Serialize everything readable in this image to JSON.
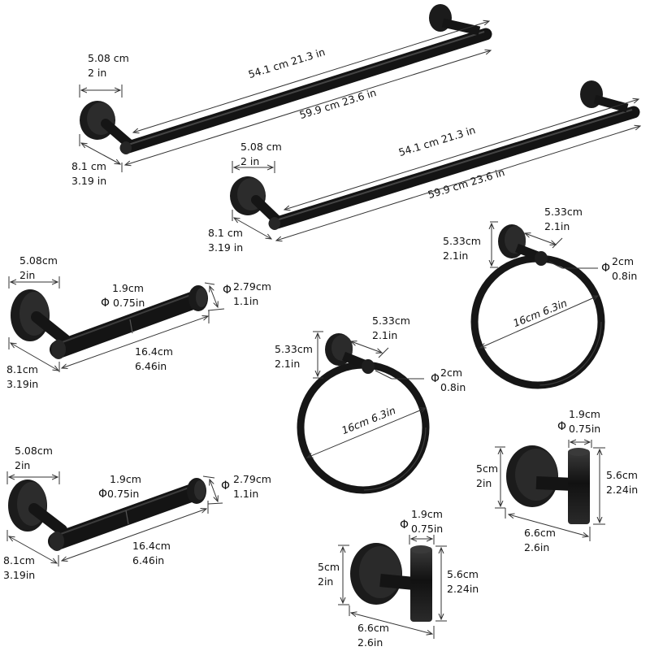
{
  "colors": {
    "metal": "#1a1a1a",
    "highlight": "#4a4a4a",
    "dim_line": "#333333",
    "background": "#ffffff"
  },
  "towel_bar_1": {
    "base_width": [
      "5.08 cm",
      "2 in"
    ],
    "inner_length": "54.1 cm 21.3 in",
    "total_length": "59.9 cm 23.6 in",
    "projection": [
      "8.1 cm",
      "3.19 in"
    ]
  },
  "towel_bar_2": {
    "base_width": [
      "5.08 cm",
      "2 in"
    ],
    "inner_length": "54.1 cm 21.3 in",
    "total_length": "59.9 cm 23.6 in",
    "projection": [
      "8.1 cm",
      "3.19 in"
    ]
  },
  "paper_holder_1": {
    "base_width": [
      "5.08cm",
      "2in"
    ],
    "rod_diameter": [
      "1.9cm",
      "0.75in"
    ],
    "cap_diameter": [
      "2.79cm",
      "1.1in"
    ],
    "rod_length": [
      "16.4cm",
      "6.46in"
    ],
    "projection": [
      "8.1cm",
      "3.19in"
    ],
    "phi": "Φ"
  },
  "paper_holder_2": {
    "base_width": [
      "5.08cm",
      "2in"
    ],
    "rod_diameter": [
      "1.9cm",
      "0.75in"
    ],
    "cap_diameter": [
      "2.79cm",
      "1.1in"
    ],
    "rod_length": [
      "16.4cm",
      "6.46in"
    ],
    "projection": [
      "8.1cm",
      "3.19in"
    ],
    "phi": "Φ"
  },
  "towel_ring_1": {
    "base_height": [
      "5.33cm",
      "2.1in"
    ],
    "arm_length": [
      "5.33cm",
      "2.1in"
    ],
    "tube_diameter": [
      "2cm",
      "0.8in"
    ],
    "ring_diameter": "16cm 6.3in",
    "phi": "Φ"
  },
  "towel_ring_2": {
    "base_height": [
      "5.33cm",
      "2.1in"
    ],
    "arm_length": [
      "5.33cm",
      "2.1in"
    ],
    "tube_diameter": [
      "2cm",
      "0.8in"
    ],
    "ring_diameter": "16cm 6.3in",
    "phi": "Φ"
  },
  "robe_hook_1": {
    "post_diameter": [
      "1.9cm",
      "0.75in"
    ],
    "base_height": [
      "5cm",
      "2in"
    ],
    "post_height": [
      "5.6cm",
      "2.24in"
    ],
    "depth": [
      "6.6cm",
      "2.6in"
    ],
    "phi": "Φ"
  },
  "robe_hook_2": {
    "post_diameter": [
      "1.9cm",
      "0.75in"
    ],
    "base_height": [
      "5cm",
      "2in"
    ],
    "post_height": [
      "5.6cm",
      "2.24in"
    ],
    "depth": [
      "6.6cm",
      "2.6in"
    ],
    "phi": "Φ"
  }
}
